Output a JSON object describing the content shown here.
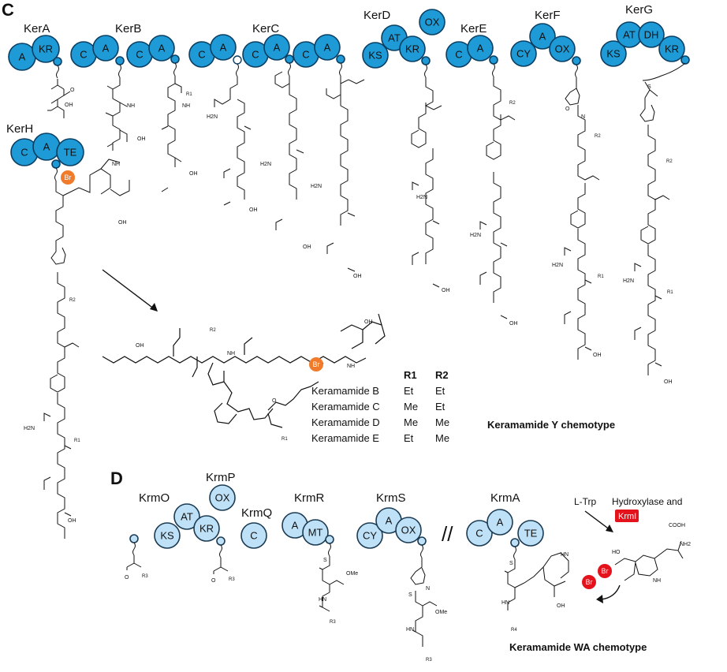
{
  "panels": {
    "c": "C",
    "d": "D"
  },
  "ker_modules": {
    "kerA": {
      "name": "KerA",
      "domains": [
        "A",
        "KR"
      ]
    },
    "kerB": {
      "name": "KerB",
      "domains": [
        "C",
        "A",
        "C",
        "A"
      ]
    },
    "kerC": {
      "name": "KerC",
      "domains": [
        "C",
        "A",
        "C",
        "A",
        "C",
        "A"
      ]
    },
    "kerD": {
      "name": "KerD",
      "domains": [
        "KS",
        "AT",
        "KR",
        "OX"
      ]
    },
    "kerE": {
      "name": "KerE",
      "domains": [
        "C",
        "A"
      ]
    },
    "kerF": {
      "name": "KerF",
      "domains": [
        "CY",
        "A",
        "OX"
      ]
    },
    "kerG": {
      "name": "KerG",
      "domains": [
        "KS",
        "AT",
        "DH",
        "KR"
      ]
    },
    "kerH": {
      "name": "KerH",
      "domains": [
        "C",
        "A",
        "TE"
      ]
    }
  },
  "krm_modules": {
    "krmO": {
      "name": "KrmO",
      "domains": [
        "KS",
        "AT",
        "KR"
      ]
    },
    "krmP": {
      "name": "KrmP",
      "domains": [
        "OX"
      ]
    },
    "krmQ": {
      "name": "KrmQ",
      "domains": [
        "C"
      ]
    },
    "krmR": {
      "name": "KrmR",
      "domains": [
        "A",
        "MT"
      ]
    },
    "krmS": {
      "name": "KrmS",
      "domains": [
        "CY",
        "A",
        "OX"
      ]
    },
    "krmA": {
      "name": "KrmA",
      "domains": [
        "C",
        "A",
        "TE"
      ]
    }
  },
  "table": {
    "headers": [
      "R1",
      "R2"
    ],
    "rows": [
      {
        "name": "Keramamide B",
        "r1": "Et",
        "r2": "Et"
      },
      {
        "name": "Keramamide C",
        "r1": "Me",
        "r2": "Et"
      },
      {
        "name": "Keramamide D",
        "r1": "Me",
        "r2": "Me"
      },
      {
        "name": "Keramamide E",
        "r1": "Et",
        "r2": "Me"
      }
    ]
  },
  "labels": {
    "y_chemotype": "Keramamide Y chemotype",
    "wa_chemotype": "Keramamide WA chemotype",
    "l_trp": "L-Trp",
    "hydroxylase": "Hydroxylase and",
    "krmi": "KrmI",
    "separator": "//",
    "br": "Br"
  },
  "atoms": {
    "OH": "OH",
    "NH": "NH",
    "HN": "HN",
    "O": "O",
    "N": "N",
    "S": "S",
    "H2N": "H2N",
    "NH2": "NH2",
    "R1": "R1",
    "R2": "R2",
    "R3": "R3",
    "R4": "R4",
    "OMe": "OMe",
    "COOH": "COOH",
    "HO": "HO",
    "three": "3"
  },
  "colors": {
    "dark_domain": "#1e9ad6",
    "light_domain": "#bfe1f7",
    "br_orange": "#f07b2a",
    "br_red": "#e3121b"
  }
}
